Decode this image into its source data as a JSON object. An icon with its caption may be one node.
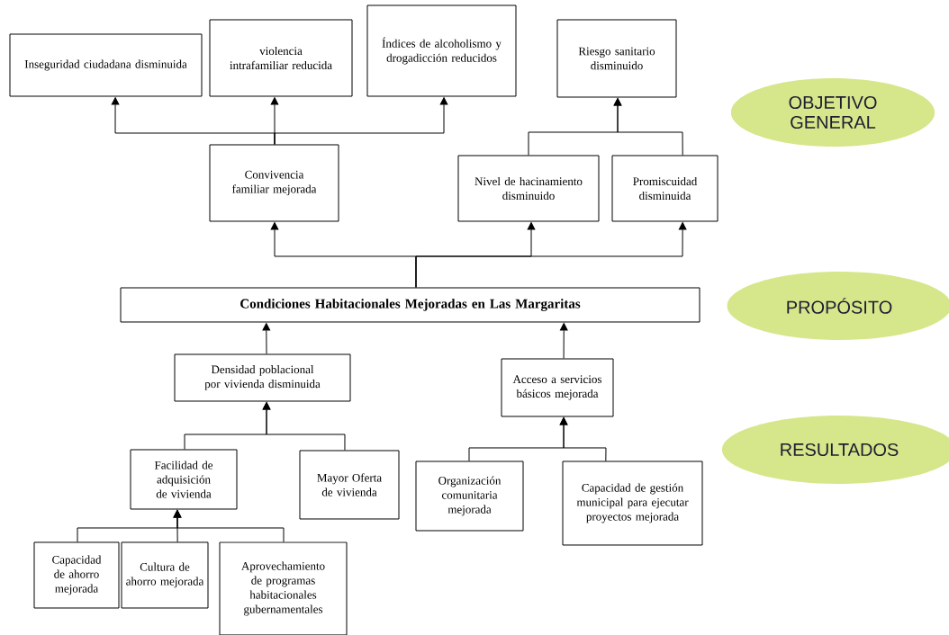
{
  "diagram": {
    "nodes": [
      {
        "text": [
          "Inseguridad ciudadana disminuida"
        ]
      },
      {
        "text": [
          "violencia intrafamiliar reducida"
        ]
      },
      {
        "text": [
          "Índices de alcoholismo y drogadicción reducidos"
        ]
      },
      {
        "text": [
          "Riesgo sanitario disminuido"
        ]
      },
      {
        "text": [
          "Convivencia familiar mejorada"
        ]
      },
      {
        "text": [
          "Nivel de hacinamiento disminuido"
        ]
      },
      {
        "text": [
          "Promiscuidad disminuida"
        ]
      },
      {
        "text": [
          "Condiciones Habitacionales Mejoradas en Las Margaritas"
        ]
      },
      {
        "text": [
          "Densidad poblacional por vivienda disminuida"
        ]
      },
      {
        "text": [
          "Acceso a servicios básicos mejorada"
        ]
      },
      {
        "text": [
          "Facilidad de adquisición de vivienda"
        ]
      },
      {
        "text": [
          "Mayor Oferta de vivienda"
        ]
      },
      {
        "text": [
          "Organización comunitaria mejorada"
        ]
      },
      {
        "text": [
          "Capacidad de gestión municipal para ejecutar proyectos mejorada"
        ]
      },
      {
        "text": [
          "Capacidad de ahorro mejorada"
        ]
      },
      {
        "text": [
          "Cultura de ahorro mejorada"
        ]
      },
      {
        "text": [
          "Aprovechamiento de programas habitacionales gubernamentales"
        ]
      },
      {
        "text": [
          "OBJETIVO GENERAL"
        ]
      },
      {
        "text": [
          "PROPÓSITO"
        ]
      },
      {
        "text": [
          "RESULTADOS"
        ]
      }
    ],
    "edges": [
      {
        "from": 4,
        "to": 0,
        "arrow": "to"
      },
      {
        "from": 4,
        "to": 1,
        "arrow": "to"
      },
      {
        "from": 4,
        "to": 2,
        "arrow": "to"
      },
      {
        "from": 5,
        "to": 3,
        "arrow": "to"
      },
      {
        "from": 6,
        "to": 3,
        "arrow": "to"
      },
      {
        "from": 7,
        "to": 4,
        "arrow": "to"
      },
      {
        "from": 7,
        "to": 5,
        "arrow": "to"
      },
      {
        "from": 7,
        "to": 6,
        "arrow": "to"
      },
      {
        "from": 8,
        "to": 7,
        "arrow": "to"
      },
      {
        "from": 9,
        "to": 7,
        "arrow": "to"
      },
      {
        "from": 10,
        "to": 8,
        "arrow": "to"
      },
      {
        "from": 11,
        "to": 8,
        "arrow": "to"
      },
      {
        "from": 12,
        "to": 9,
        "arrow": "to"
      },
      {
        "from": 13,
        "to": 9,
        "arrow": "to"
      },
      {
        "from": 14,
        "to": 10,
        "arrow": "to"
      },
      {
        "from": 15,
        "to": 10,
        "arrow": "to"
      },
      {
        "from": 16,
        "to": 10,
        "arrow": "to"
      }
    ]
  }
}
